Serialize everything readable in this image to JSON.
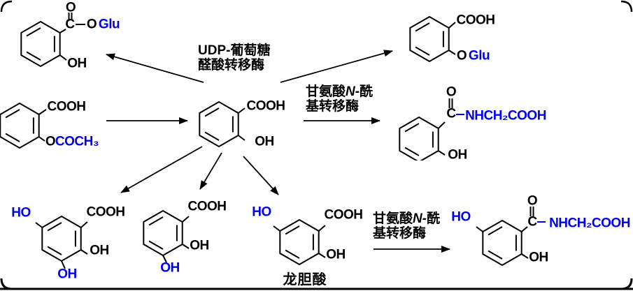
{
  "colors": {
    "bond_black": "#000000",
    "substituent_blue": "#0000ee",
    "background": "#ffffff"
  },
  "enzymes": {
    "udp": {
      "line1": "UDP-葡萄糖",
      "line2": "醛酸转移酶"
    },
    "glycine_mid": {
      "pre": "甘氨酸",
      "n": "N-",
      "post": "酰",
      "line2": "基转移酶"
    },
    "glycine_bottom": {
      "pre": "甘氨酸",
      "n": "N-",
      "post": "酰",
      "line2": "基转移酶"
    }
  },
  "molecules": {
    "top_left": {
      "carbonyl_o": "O",
      "carbonyl_c": "C",
      "ester_o": "O",
      "glu": "Glu",
      "oh": "OH"
    },
    "mid_left": {
      "cooh": "COOH",
      "ester_o": "O",
      "acetyl": "COCH₃"
    },
    "center": {
      "cooh": "COOH",
      "oh": "OH"
    },
    "top_right": {
      "cooh": "COOH",
      "ether_o": "O",
      "glu": "Glu"
    },
    "mid_right": {
      "carbonyl_o": "O",
      "carbonyl_c": "C",
      "glycine_chain": "NHCH₂COOH",
      "oh": "OH"
    },
    "bottom_left": {
      "ho": "HO",
      "cooh": "COOH",
      "oh_right": "OH",
      "oh_bottom": "OH"
    },
    "bottom_mid": {
      "cooh": "COOH",
      "oh_right": "OH",
      "oh_bottom": "OH"
    },
    "bottom_gentisic": {
      "ho": "HO",
      "cooh": "COOH",
      "oh": "OH",
      "caption": "龙胆酸"
    },
    "bottom_right": {
      "ho": "HO",
      "carbonyl_o": "O",
      "carbonyl_c": "C",
      "glycine_chain": "NHCH₂COOH",
      "oh": "OH"
    }
  }
}
